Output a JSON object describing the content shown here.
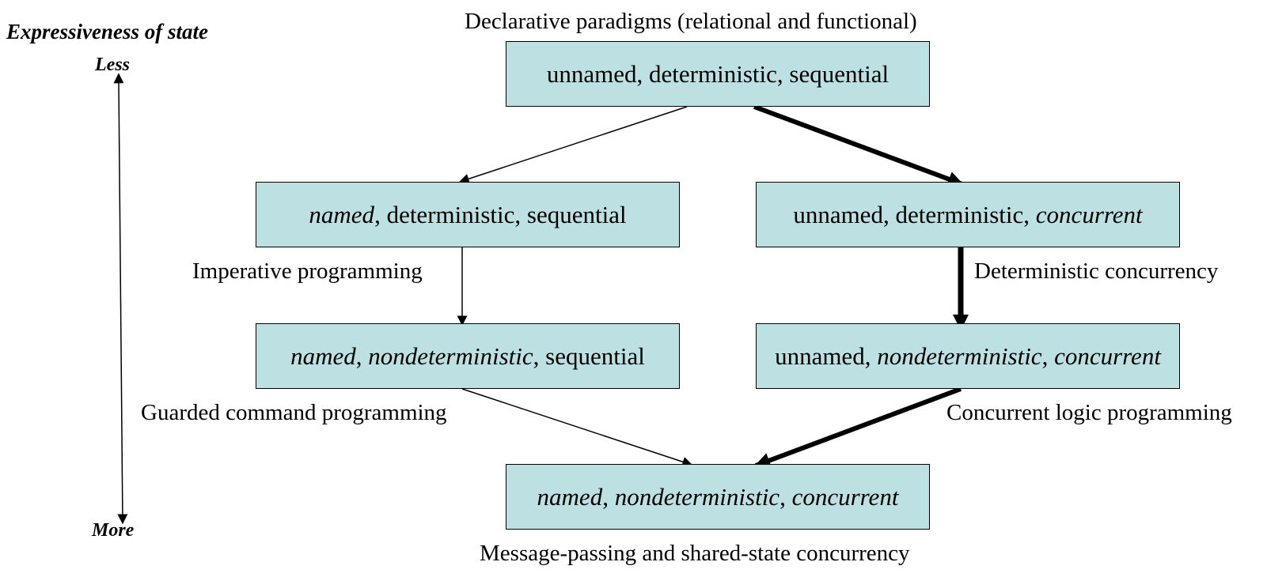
{
  "axis": {
    "title": "Expressiveness of state",
    "top_label": "Less",
    "bottom_label": "More"
  },
  "nodes": [
    {
      "id": "n1",
      "parts": [
        {
          "text": "unnamed",
          "italic": false
        },
        {
          "text": ", ",
          "italic": false
        },
        {
          "text": "deterministic",
          "italic": false
        },
        {
          "text": ", ",
          "italic": false
        },
        {
          "text": "sequential",
          "italic": false
        }
      ]
    },
    {
      "id": "n2",
      "parts": [
        {
          "text": "named",
          "italic": true
        },
        {
          "text": ", ",
          "italic": false
        },
        {
          "text": "deterministic",
          "italic": false
        },
        {
          "text": ", ",
          "italic": false
        },
        {
          "text": "sequential",
          "italic": false
        }
      ]
    },
    {
      "id": "n3",
      "parts": [
        {
          "text": "unnamed",
          "italic": false
        },
        {
          "text": ", ",
          "italic": false
        },
        {
          "text": "deterministic",
          "italic": false
        },
        {
          "text": ", ",
          "italic": false
        },
        {
          "text": "concurrent",
          "italic": true
        }
      ]
    },
    {
      "id": "n4",
      "parts": [
        {
          "text": "named",
          "italic": true
        },
        {
          "text": ", ",
          "italic": false
        },
        {
          "text": "nondeterministic",
          "italic": true
        },
        {
          "text": ", ",
          "italic": false
        },
        {
          "text": "sequential",
          "italic": false
        }
      ]
    },
    {
      "id": "n5",
      "parts": [
        {
          "text": "unnamed",
          "italic": false
        },
        {
          "text": ", ",
          "italic": false
        },
        {
          "text": "nondeterministic",
          "italic": true
        },
        {
          "text": ", ",
          "italic": false
        },
        {
          "text": "concurrent",
          "italic": true
        }
      ]
    },
    {
      "id": "n6",
      "parts": [
        {
          "text": "named",
          "italic": true
        },
        {
          "text": ", ",
          "italic": false
        },
        {
          "text": "nondeterministic",
          "italic": true
        },
        {
          "text": ", ",
          "italic": false
        },
        {
          "text": "concurrent",
          "italic": true
        }
      ]
    }
  ],
  "edges": [
    {
      "from": "n1",
      "to": "n2",
      "weight": "thin"
    },
    {
      "from": "n1",
      "to": "n3",
      "weight": "thick"
    },
    {
      "from": "n2",
      "to": "n4",
      "weight": "thin"
    },
    {
      "from": "n3",
      "to": "n5",
      "weight": "thick"
    },
    {
      "from": "n4",
      "to": "n6",
      "weight": "thin"
    },
    {
      "from": "n5",
      "to": "n6",
      "weight": "thick"
    }
  ],
  "labels": {
    "declarative": "Declarative paradigms (relational and functional)",
    "imperative": "Imperative programming",
    "deterministic_concurrency": "Deterministic concurrency",
    "guarded_command": "Guarded command programming",
    "concurrent_logic": "Concurrent logic programming",
    "message_passing": "Message-passing and shared-state concurrency"
  },
  "colors": {
    "node_fill": "#bde0e2",
    "node_border": "#000000",
    "line": "#000000"
  }
}
